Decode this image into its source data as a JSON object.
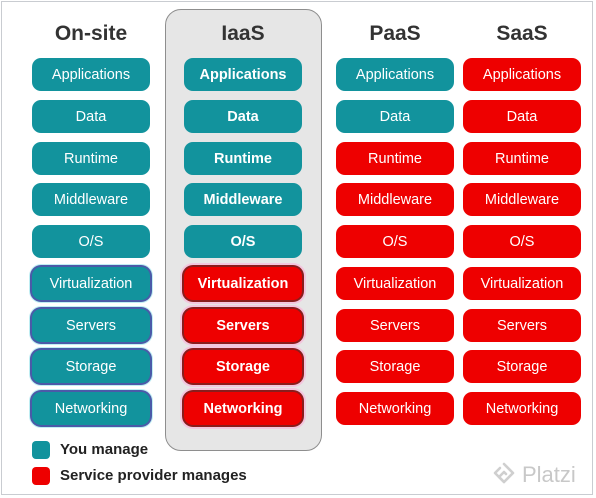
{
  "columns": [
    {
      "title": "On-site",
      "bold_labels": false,
      "cells": [
        {
          "label": "Applications",
          "managed_by": "you"
        },
        {
          "label": "Data",
          "managed_by": "you"
        },
        {
          "label": "Runtime",
          "managed_by": "you"
        },
        {
          "label": "Middleware",
          "managed_by": "you"
        },
        {
          "label": "O/S",
          "managed_by": "you"
        },
        {
          "label": "Virtualization",
          "managed_by": "you",
          "highlight": true
        },
        {
          "label": "Servers",
          "managed_by": "you",
          "highlight": true
        },
        {
          "label": "Storage",
          "managed_by": "you",
          "highlight": true
        },
        {
          "label": "Networking",
          "managed_by": "you",
          "highlight": true
        }
      ]
    },
    {
      "title": "IaaS",
      "bold_labels": true,
      "cells": [
        {
          "label": "Applications",
          "managed_by": "you"
        },
        {
          "label": "Data",
          "managed_by": "you"
        },
        {
          "label": "Runtime",
          "managed_by": "you"
        },
        {
          "label": "Middleware",
          "managed_by": "you"
        },
        {
          "label": "O/S",
          "managed_by": "you"
        },
        {
          "label": "Virtualization",
          "managed_by": "provider",
          "highlight": true
        },
        {
          "label": "Servers",
          "managed_by": "provider",
          "highlight": true
        },
        {
          "label": "Storage",
          "managed_by": "provider",
          "highlight": true
        },
        {
          "label": "Networking",
          "managed_by": "provider",
          "highlight": true
        }
      ]
    },
    {
      "title": "PaaS",
      "bold_labels": false,
      "cells": [
        {
          "label": "Applications",
          "managed_by": "you"
        },
        {
          "label": "Data",
          "managed_by": "you"
        },
        {
          "label": "Runtime",
          "managed_by": "provider"
        },
        {
          "label": "Middleware",
          "managed_by": "provider"
        },
        {
          "label": "O/S",
          "managed_by": "provider"
        },
        {
          "label": "Virtualization",
          "managed_by": "provider"
        },
        {
          "label": "Servers",
          "managed_by": "provider"
        },
        {
          "label": "Storage",
          "managed_by": "provider"
        },
        {
          "label": "Networking",
          "managed_by": "provider"
        }
      ]
    },
    {
      "title": "SaaS",
      "bold_labels": false,
      "cells": [
        {
          "label": "Applications",
          "managed_by": "provider"
        },
        {
          "label": "Data",
          "managed_by": "provider"
        },
        {
          "label": "Runtime",
          "managed_by": "provider"
        },
        {
          "label": "Middleware",
          "managed_by": "provider"
        },
        {
          "label": "O/S",
          "managed_by": "provider"
        },
        {
          "label": "Virtualization",
          "managed_by": "provider"
        },
        {
          "label": "Servers",
          "managed_by": "provider"
        },
        {
          "label": "Storage",
          "managed_by": "provider"
        },
        {
          "label": "Networking",
          "managed_by": "provider"
        }
      ]
    }
  ],
  "legend": [
    {
      "key": "you",
      "label": "You manage"
    },
    {
      "key": "provider",
      "label": "Service provider manages"
    }
  ],
  "colors": {
    "you": "#12939d",
    "provider": "#ee0000",
    "highlight_panel": "#e6e6e6"
  },
  "watermark": {
    "text": "Platzi",
    "icon": "platzi-logo-icon"
  }
}
